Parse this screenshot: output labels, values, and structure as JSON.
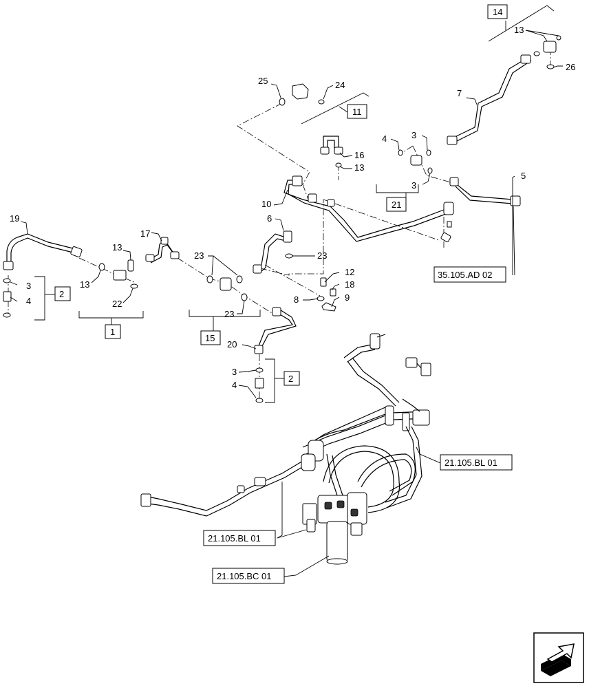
{
  "callouts": {
    "c1": "1",
    "c2a": "2",
    "c2b": "2",
    "c3a": "3",
    "c3b": "3",
    "c3c": "3",
    "c3d": "3",
    "c4a": "4",
    "c4b": "4",
    "c4c": "4",
    "c5": "5",
    "c6": "6",
    "c7": "7",
    "c8": "8",
    "c9": "9",
    "c10": "10",
    "c11": "11",
    "c12": "12",
    "c13a": "13",
    "c13b": "13",
    "c13c": "13",
    "c13d": "13",
    "c14": "14",
    "c15": "15",
    "c16": "16",
    "c17": "17",
    "c18": "18",
    "c19": "19",
    "c20": "20",
    "c21": "21",
    "c22": "22",
    "c23a": "23",
    "c23b": "23",
    "c23c": "23",
    "c24": "24",
    "c25": "25",
    "c26": "26"
  },
  "references": {
    "ad02": "35.105.AD 02",
    "bl01a": "21.105.BL 01",
    "bl01b": "21.105.BL 01",
    "bc01": "21.105.BC 01"
  },
  "icons": {
    "corner": "next-page-arrow-icon"
  }
}
